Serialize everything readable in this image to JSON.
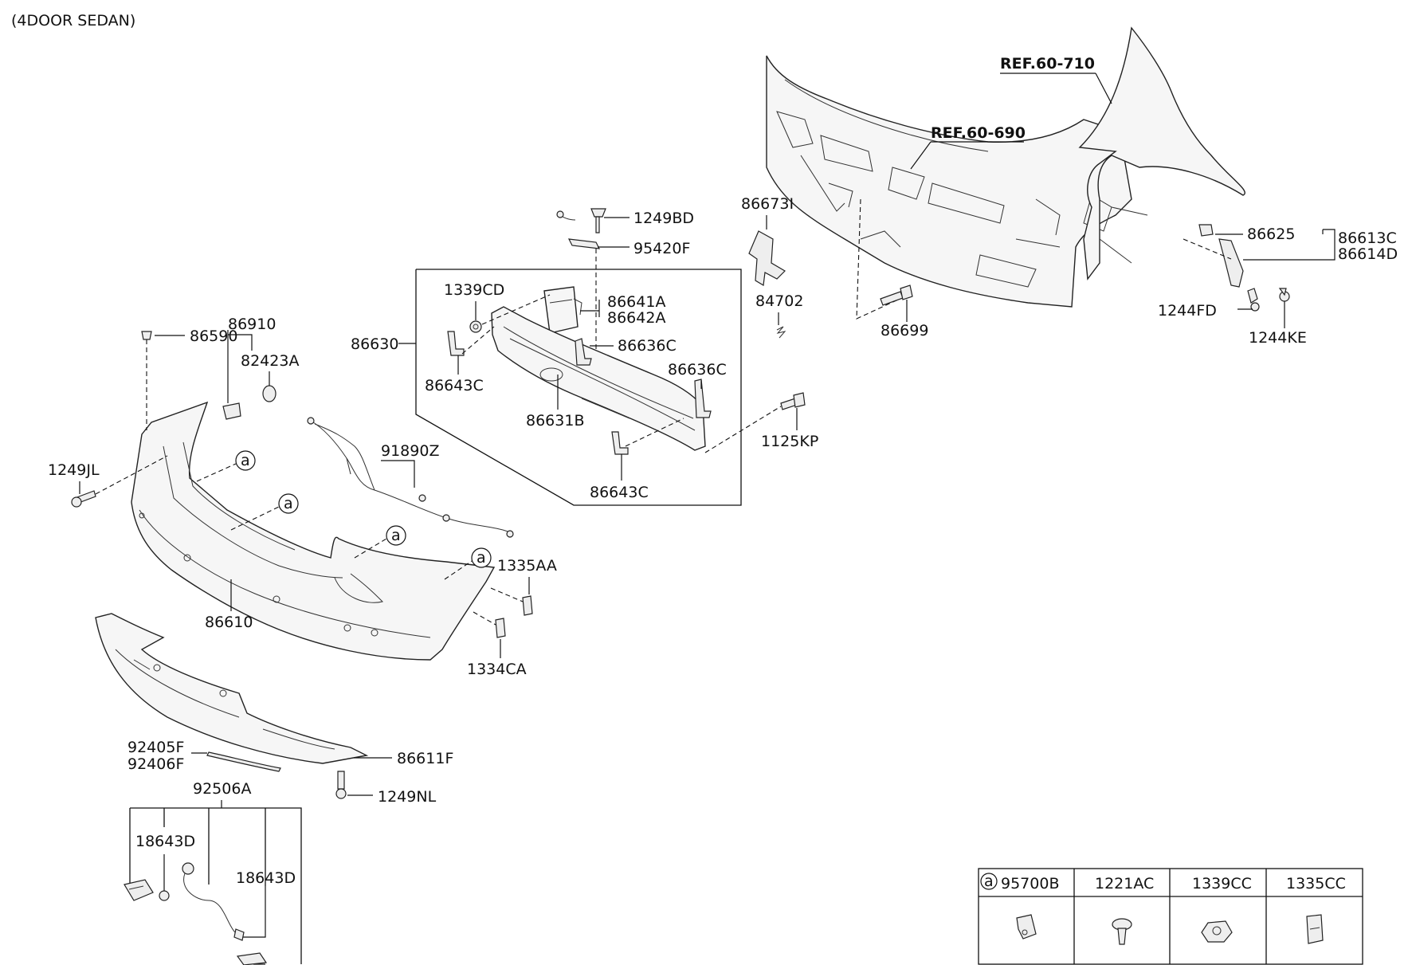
{
  "variant": "(4DOOR SEDAN)",
  "refs": {
    "r710": "REF.60-710",
    "r690": "REF.60-690"
  },
  "callout_letter": "a",
  "parts": {
    "p1249BD": "1249BD",
    "p95420F": "95420F",
    "p86673I": "86673I",
    "p84702": "84702",
    "p86699": "86699",
    "p86625": "86625",
    "p86613C": "86613C",
    "p86614D": "86614D",
    "p1244FD": "1244FD",
    "p1244KE": "1244KE",
    "p1339CD": "1339CD",
    "p86641A": "86641A",
    "p86642A": "86642A",
    "p86630": "86630",
    "p86636C_a": "86636C",
    "p86636C_b": "86636C",
    "p86643C_a": "86643C",
    "p86643C_b": "86643C",
    "p86631B": "86631B",
    "p1125KP": "1125KP",
    "p86910": "86910",
    "p86590": "86590",
    "p82423A": "82423A",
    "p1249JL": "1249JL",
    "p91890Z": "91890Z",
    "p1335AA": "1335AA",
    "p1334CA": "1334CA",
    "p86610": "86610",
    "p86611F": "86611F",
    "p92405F": "92405F",
    "p92406F": "92406F",
    "p1249NL": "1249NL",
    "p92506A": "92506A",
    "p18643D_a": "18643D",
    "p18643D_b": "18643D"
  },
  "legend": {
    "headers": [
      "95700B",
      "1221AC",
      "1339CC",
      "1335CC"
    ]
  }
}
